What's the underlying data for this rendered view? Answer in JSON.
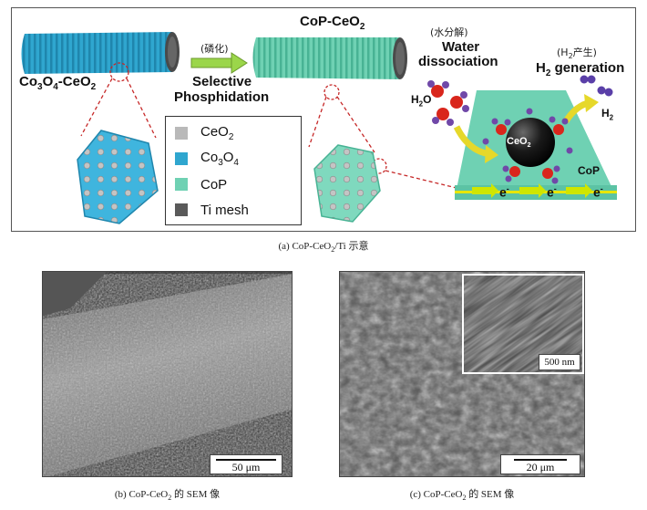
{
  "panel_a": {
    "left_rod_label_parts": [
      "Co",
      "3",
      "O",
      "4",
      "-CeO",
      "2"
    ],
    "step_cn": "(磷化)",
    "step_en_line1": "Selective",
    "step_en_line2": "Phosphidation",
    "right_rod_label_parts": [
      "CoP-CeO",
      "2"
    ],
    "water_cn": "(水分解)",
    "water_en_line1": "Water",
    "water_en_line2": "dissociation",
    "h2_cn_parts": [
      "(H",
      "2",
      "产生)"
    ],
    "h2_gen_parts": [
      "H",
      "2",
      " generation"
    ],
    "h2o_parts": [
      "H",
      "2",
      "O"
    ],
    "h2_small_parts": [
      "H",
      "2"
    ],
    "ceo2_parts": [
      "CeO",
      "2"
    ],
    "cop_label": "CoP",
    "electron": "e",
    "electron_sup": "-",
    "legend": [
      {
        "parts": [
          "CeO",
          "2"
        ],
        "color": "#b9b9b9"
      },
      {
        "parts": [
          "Co",
          "3",
          "O",
          "4"
        ],
        "color": "#2fa6cf"
      },
      {
        "parts": [
          "CoP"
        ],
        "color": "#6fd1b3"
      },
      {
        "parts": [
          "Ti mesh"
        ],
        "color": "#5a5a5a"
      }
    ]
  },
  "caption_a_parts": [
    "(a) CoP-CeO",
    "2",
    "/Ti 示意"
  ],
  "caption_b_parts": [
    "(b) CoP-CeO",
    "2",
    " 的 SEM 像"
  ],
  "caption_c_parts": [
    "(c) CoP-CeO",
    "2",
    " 的 SEM 像"
  ],
  "scale_b": "50 μm",
  "scale_c": "20 μm",
  "scale_inset": "500 nm",
  "colors": {
    "co3o4": "#2fa6cf",
    "cop": "#6fd1b3",
    "arrow_green": "#9bd64a",
    "accent_red": "#c62828",
    "water_o": "#d9261c",
    "water_h": "#7048a8"
  }
}
